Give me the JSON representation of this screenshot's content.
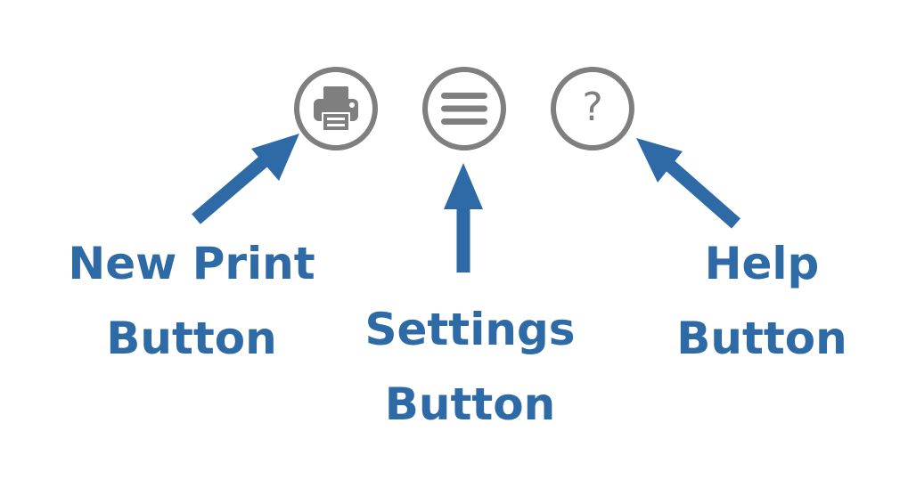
{
  "buttons": {
    "new_print": {
      "icon": "printer-icon"
    },
    "settings": {
      "icon": "menu-icon"
    },
    "help": {
      "icon": "question-mark-icon",
      "glyph": "?"
    }
  },
  "labels": {
    "new_print": {
      "line1": "New Print",
      "line2": "Button"
    },
    "settings": {
      "line1": "Settings",
      "line2": "Button"
    },
    "help": {
      "line1": "Help",
      "line2": "Button"
    }
  },
  "colors": {
    "icon_gray": "#7f7f7f",
    "annotation_blue": "#2e6aa6",
    "background": "#ffffff"
  }
}
